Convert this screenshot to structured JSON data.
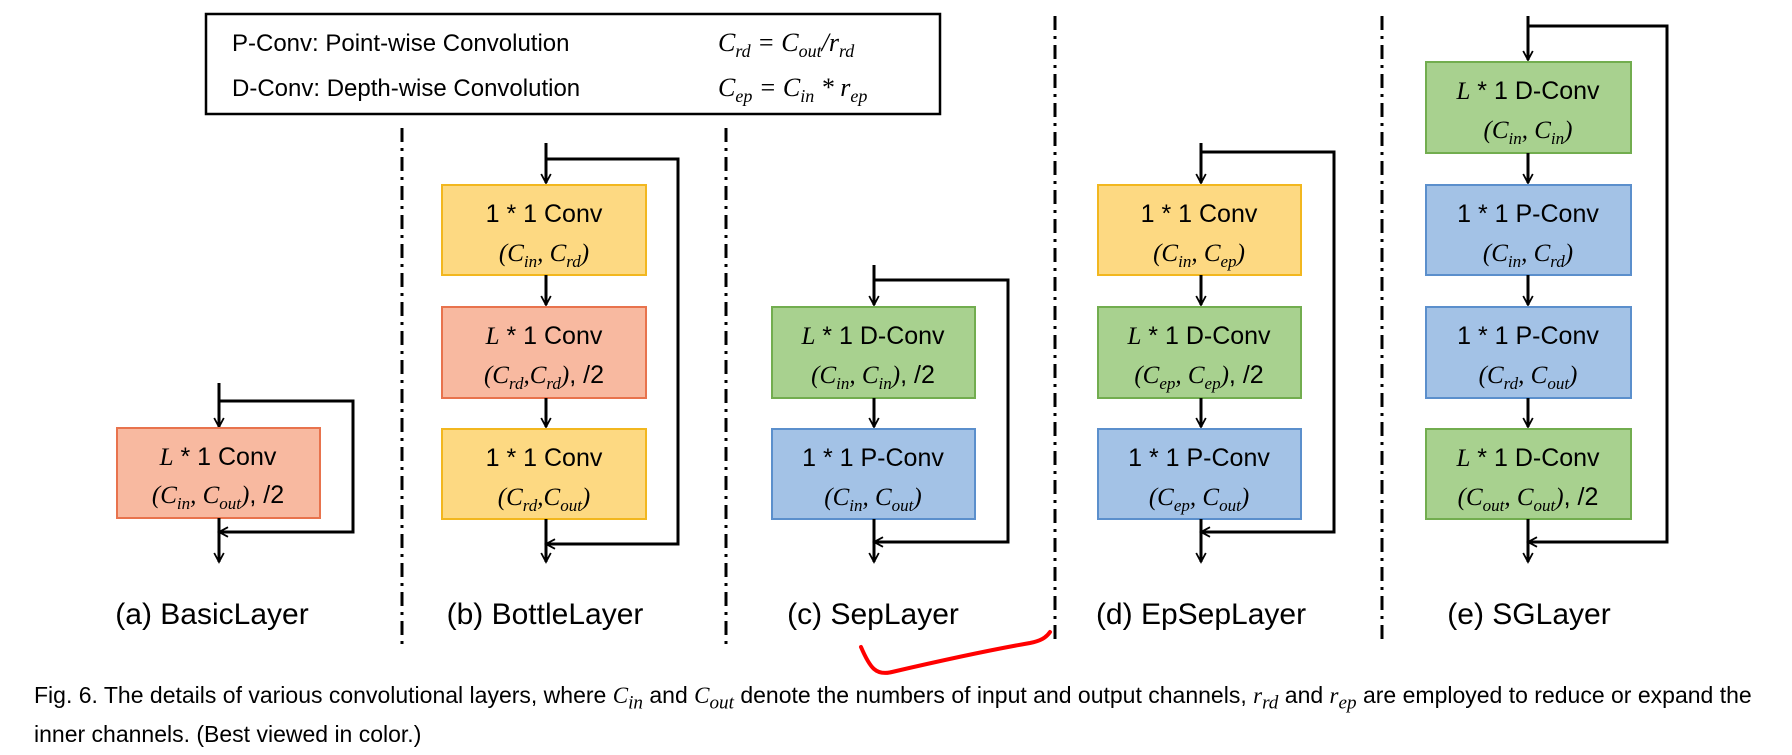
{
  "legend": {
    "pconv": "P-Conv: Point-wise Convolution",
    "dconv": "D-Conv: Depth-wise Convolution",
    "crd_formula": "C_rd = C_out / r_rd",
    "cep_formula": "C_ep = C_in * r_ep"
  },
  "colors": {
    "orange_fill": "#f8b9a0",
    "orange_stroke": "#e8734d",
    "yellow_fill": "#fdd982",
    "yellow_stroke": "#f2b71f",
    "green_fill": "#a8d18f",
    "green_stroke": "#72ad4f",
    "blue_fill": "#a3c2e6",
    "blue_stroke": "#5b8fcc",
    "annotation": "#ff0000"
  },
  "panels": [
    {
      "label": "(a) BasicLayer",
      "blocks": [
        {
          "line1": "L * 1 Conv",
          "line2": "(Cin, Cout), /2",
          "color": "orange"
        }
      ]
    },
    {
      "label": "(b) BottleLayer",
      "blocks": [
        {
          "line1": "1 * 1 Conv",
          "line2": "(Cin, Crd)",
          "color": "yellow"
        },
        {
          "line1": "L * 1 Conv",
          "line2": "(Crd,Crd), /2",
          "color": "orange"
        },
        {
          "line1": "1 * 1 Conv",
          "line2": "(Crd,Cout)",
          "color": "yellow"
        }
      ]
    },
    {
      "label": "(c) SepLayer",
      "blocks": [
        {
          "line1": "L * 1 D-Conv",
          "line2": "(Cin, Cin), /2",
          "color": "green"
        },
        {
          "line1": "1 * 1 P-Conv",
          "line2": "(Cin, Cout)",
          "color": "blue"
        }
      ]
    },
    {
      "label": "(d) EpSepLayer",
      "blocks": [
        {
          "line1": "1 * 1 Conv",
          "line2": "(Cin, Cep)",
          "color": "yellow"
        },
        {
          "line1": "L * 1 D-Conv",
          "line2": "(Cep, Cep), /2",
          "color": "green"
        },
        {
          "line1": "1 * 1 P-Conv",
          "line2": "(Cep, Cout)",
          "color": "blue"
        }
      ]
    },
    {
      "label": "(e) SGLayer",
      "blocks": [
        {
          "line1": "L * 1 D-Conv",
          "line2": "(Cin, Cin)",
          "color": "green"
        },
        {
          "line1": "1 * 1 P-Conv",
          "line2": "(Cin, Crd)",
          "color": "blue"
        },
        {
          "line1": "1 * 1 P-Conv",
          "line2": "(Crd, Cout)",
          "color": "blue"
        },
        {
          "line1": "L * 1 D-Conv",
          "line2": "(Cout, Cout), /2",
          "color": "green"
        }
      ]
    }
  ],
  "caption": "Fig. 6. The details of various convolutional layers, where Cin and Cout denote the numbers of input and output channels, rrd and rep are employed to reduce or expand the inner channels. (Best viewed in color.)"
}
